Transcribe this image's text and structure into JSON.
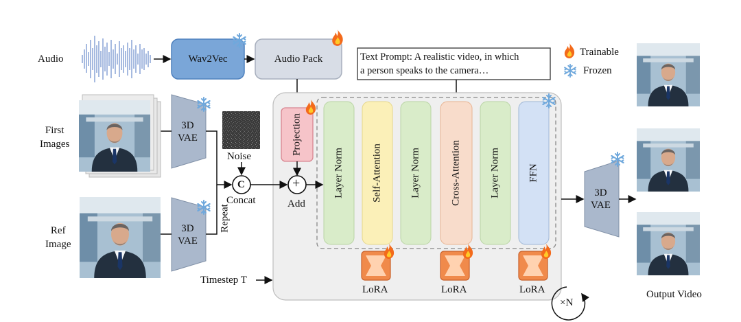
{
  "inputs": {
    "audio_label": "Audio",
    "first_images_label_line1": "First",
    "first_images_label_line2": "Images",
    "ref_image_label_line1": "Ref",
    "ref_image_label_line2": "Image",
    "timestep_label": "Timestep T"
  },
  "modules": {
    "wav2vec": "Wav2Vec",
    "audio_pack": "Audio Pack",
    "vae_line1": "3D",
    "vae_line2": "VAE",
    "noise": "Noise",
    "concat_symbol": "C",
    "concat": "Concat",
    "repeat": "Repeat",
    "projection": "Projection",
    "add_symbol": "+",
    "add": "Add",
    "repeat_times": "×N"
  },
  "text_prompt": {
    "line1": "Text Prompt: A realistic video, in which",
    "line2": "a person speaks to the camera…"
  },
  "legend": {
    "trainable": "Trainable",
    "frozen": "Frozen"
  },
  "transformer_block": {
    "layers": [
      "Layer Norm",
      "Self-Attention",
      "Layer Norm",
      "Cross-Attention",
      "Layer Norm",
      "FFN"
    ],
    "lora_label": "LoRA"
  },
  "output": {
    "label": "Output Video"
  },
  "colors": {
    "wav2vec_fill": "#7aa6d8",
    "audio_pack_fill": "#d8dde6",
    "vae_fill": "#aab8cc",
    "projection_fill": "#f6c4c9",
    "layer_norm_fill": "#d9ecc9",
    "self_attention_fill": "#fbf0b8",
    "cross_attention_fill": "#f8dccb",
    "ffn_fill": "#d3e1f5",
    "lora_fill": "#f08a4b",
    "block_bg": "#efefef",
    "audio_wave": "#8fa9d8"
  },
  "icons": {
    "trainable": "fire-icon",
    "frozen": "snowflake-icon"
  }
}
